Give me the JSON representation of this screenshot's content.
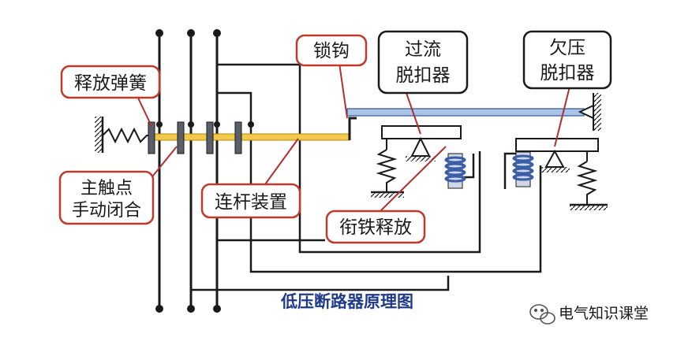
{
  "labels": {
    "release_spring": "释放弹簧",
    "main_contacts_line1": "主触点",
    "main_contacts_line2": "手动闭合",
    "linkage": "连杆装置",
    "latch": "锁钩",
    "overcurrent_line1": "过流",
    "overcurrent_line2": "脱扣器",
    "undervoltage_line1": "欠压",
    "undervoltage_line2": "脱扣器",
    "armature_release": "衔铁释放"
  },
  "caption": "低压断路器原理图",
  "watermark": "电气知识课堂",
  "colors": {
    "wire": "#1a1a1a",
    "callout_border": "#c0392b",
    "leader": "#b03030",
    "linkage_bar": "#f2c94c",
    "latch_bar": "#a9c4e8",
    "caption": "#1f3a8a",
    "coil": "#3a5fa8"
  }
}
